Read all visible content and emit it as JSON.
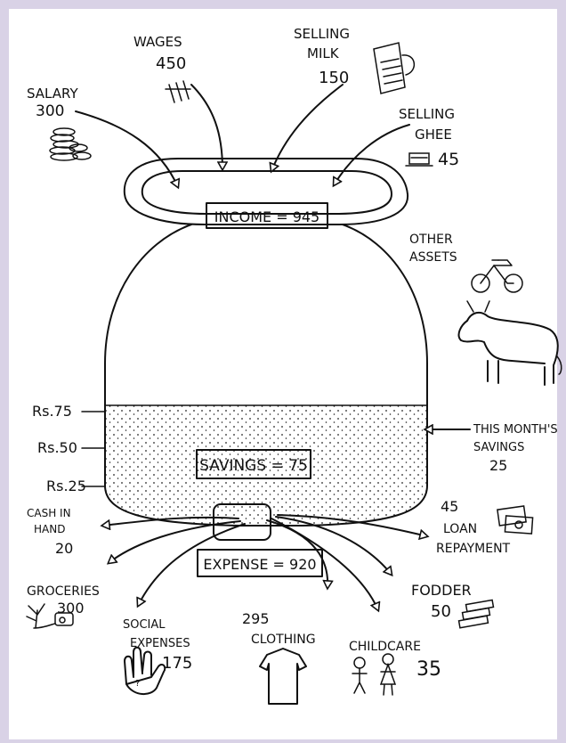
{
  "income": {
    "salary": {
      "label": "SALARY",
      "value": "300"
    },
    "wages": {
      "label": "WAGES",
      "value": "450"
    },
    "selling_milk": {
      "label_line1": "SELLING",
      "label_line2": "MILK",
      "value": "150"
    },
    "selling_ghee": {
      "label_line1": "SELLING",
      "label_line2": "GHEE",
      "value": "45"
    },
    "total_label": "INCOME = 945"
  },
  "assets": {
    "label_line1": "OTHER",
    "label_line2": "ASSETS"
  },
  "savings": {
    "levels": [
      "Rs.75",
      "Rs.50",
      "Rs.25"
    ],
    "total_label": "SAVINGS = 75",
    "this_month": {
      "line1": "THIS MONTH'S",
      "line2": "SAVINGS",
      "value": "25"
    }
  },
  "expense": {
    "total_label": "EXPENSE = 920",
    "cash_in_hand": {
      "line1": "CASH IN",
      "line2": "HAND",
      "value": "20"
    },
    "loan": {
      "value": "45",
      "line1": "LOAN",
      "line2": "REPAYMENT"
    },
    "groceries": {
      "label": "GROCERIES",
      "value": "300"
    },
    "fodder": {
      "label": "FODDER",
      "value": "50"
    },
    "social": {
      "line1": "SOCIAL",
      "line2": "EXPENSES",
      "value": "175"
    },
    "clothing": {
      "label": "CLOTHING",
      "value": "295"
    },
    "childcare": {
      "label": "CHILDCARE",
      "value": "35"
    }
  }
}
